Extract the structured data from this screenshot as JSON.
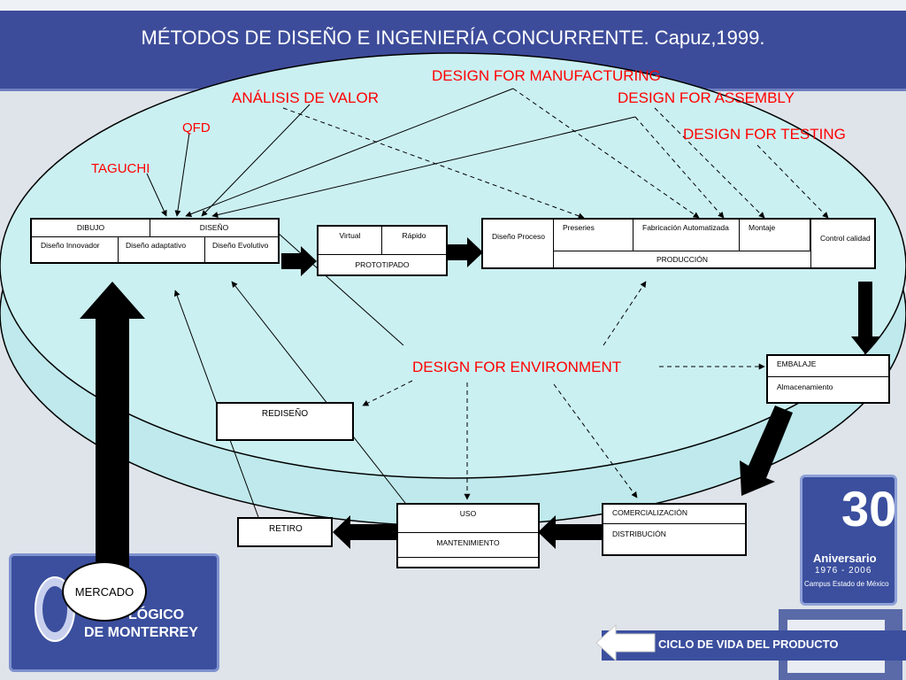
{
  "title": "MÉTODOS DE DISEÑO E INGENIERÍA CONCURRENTE. Capuz,1999.",
  "methods": {
    "design_for_manufacturing": "DESIGN FOR MANUFACTURING",
    "analisis_de_valor": "ANÁLISIS DE VALOR",
    "design_for_assembly": "DESIGN FOR ASSEMBLY",
    "qfd": "QFD",
    "design_for_testing": "DESIGN FOR TESTING",
    "taguchi": "TAGUCHI",
    "design_for_environment": "DESIGN FOR ENVIRONMENT"
  },
  "design_box": {
    "dibujo": "DIBUJO",
    "diseno": "DISEÑO",
    "innovador": "Diseño Innovador",
    "adaptativo": "Diseño adaptativo",
    "evolutivo": "Diseño Evolutivo"
  },
  "prototipo_box": {
    "virtual": "Virtual",
    "rapido": "Rápido",
    "prototipado": "PROTOTIPADO"
  },
  "produccion_box": {
    "diseno_proceso": "Diseño Proceso",
    "preseries": "Preseries",
    "fabricacion": "Fabricación Automatizada",
    "montaje": "Montaje",
    "control_calidad": "Control calidad",
    "produccion": "PRODUCCIÓN"
  },
  "embalaje_box": {
    "embalaje": "EMBALAJE",
    "almacenamiento": "Almacenamiento"
  },
  "comercializacion_box": {
    "comercializacion": "COMERCIALIZACIÓN",
    "distribucion": "DISTRIBUCIÓN"
  },
  "uso_box": {
    "uso": "USO",
    "mantenimiento": "MANTENIMIENTO"
  },
  "rediseno": "REDISEÑO",
  "retiro": "RETIRO",
  "mercado": "MERCADO",
  "branding": {
    "logo_line1": "LÓGICO",
    "logo_line2": "DE MONTERREY",
    "badge_number": "30",
    "badge_aniversario": "Aniversario",
    "badge_years": "1976 - 2006",
    "badge_campus": "Campus Estado de México"
  },
  "footer_nav": "CICLO DE VIDA DEL PRODUCTO",
  "colors": {
    "header": "#3d4c9a",
    "ellipse_fill": "#c7eef0",
    "method_text": "#ff0000"
  }
}
